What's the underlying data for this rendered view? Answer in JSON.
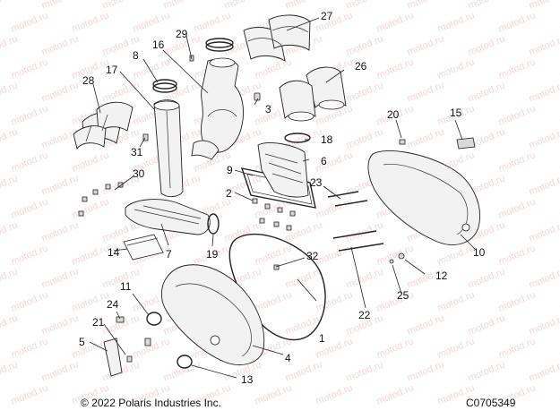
{
  "watermark": "motod.ru",
  "callouts": [
    "1",
    "2",
    "3",
    "4",
    "5",
    "6",
    "7",
    "8",
    "9",
    "10",
    "11",
    "12",
    "13",
    "14",
    "15",
    "16",
    "17",
    "18",
    "19",
    "20",
    "21",
    "22",
    "23",
    "24",
    "25",
    "26",
    "27",
    "28",
    "29",
    "30",
    "31",
    "32"
  ],
  "copyright": "© 2022 Polaris Industries Inc.",
  "figure_code": "C0705349"
}
